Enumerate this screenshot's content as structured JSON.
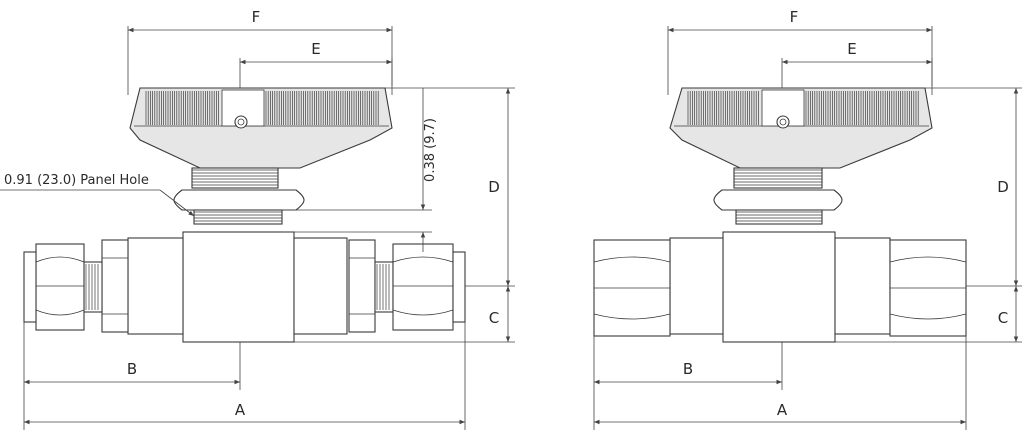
{
  "diagram": {
    "left_view": {
      "labels": {
        "A": "A",
        "B": "B",
        "C": "C",
        "D": "D",
        "E": "E",
        "F": "F"
      },
      "panel_hole_note": "0.91 (23.0) Panel Hole",
      "nut_height_note": "0.38 (9.7)"
    },
    "right_view": {
      "labels": {
        "A": "A",
        "B": "B",
        "C": "C",
        "D": "D",
        "E": "E",
        "F": "F"
      }
    },
    "colors": {
      "line": "#3a3a3a",
      "fill": "#ffffff",
      "handle_fill": "#e6e6e6"
    }
  }
}
